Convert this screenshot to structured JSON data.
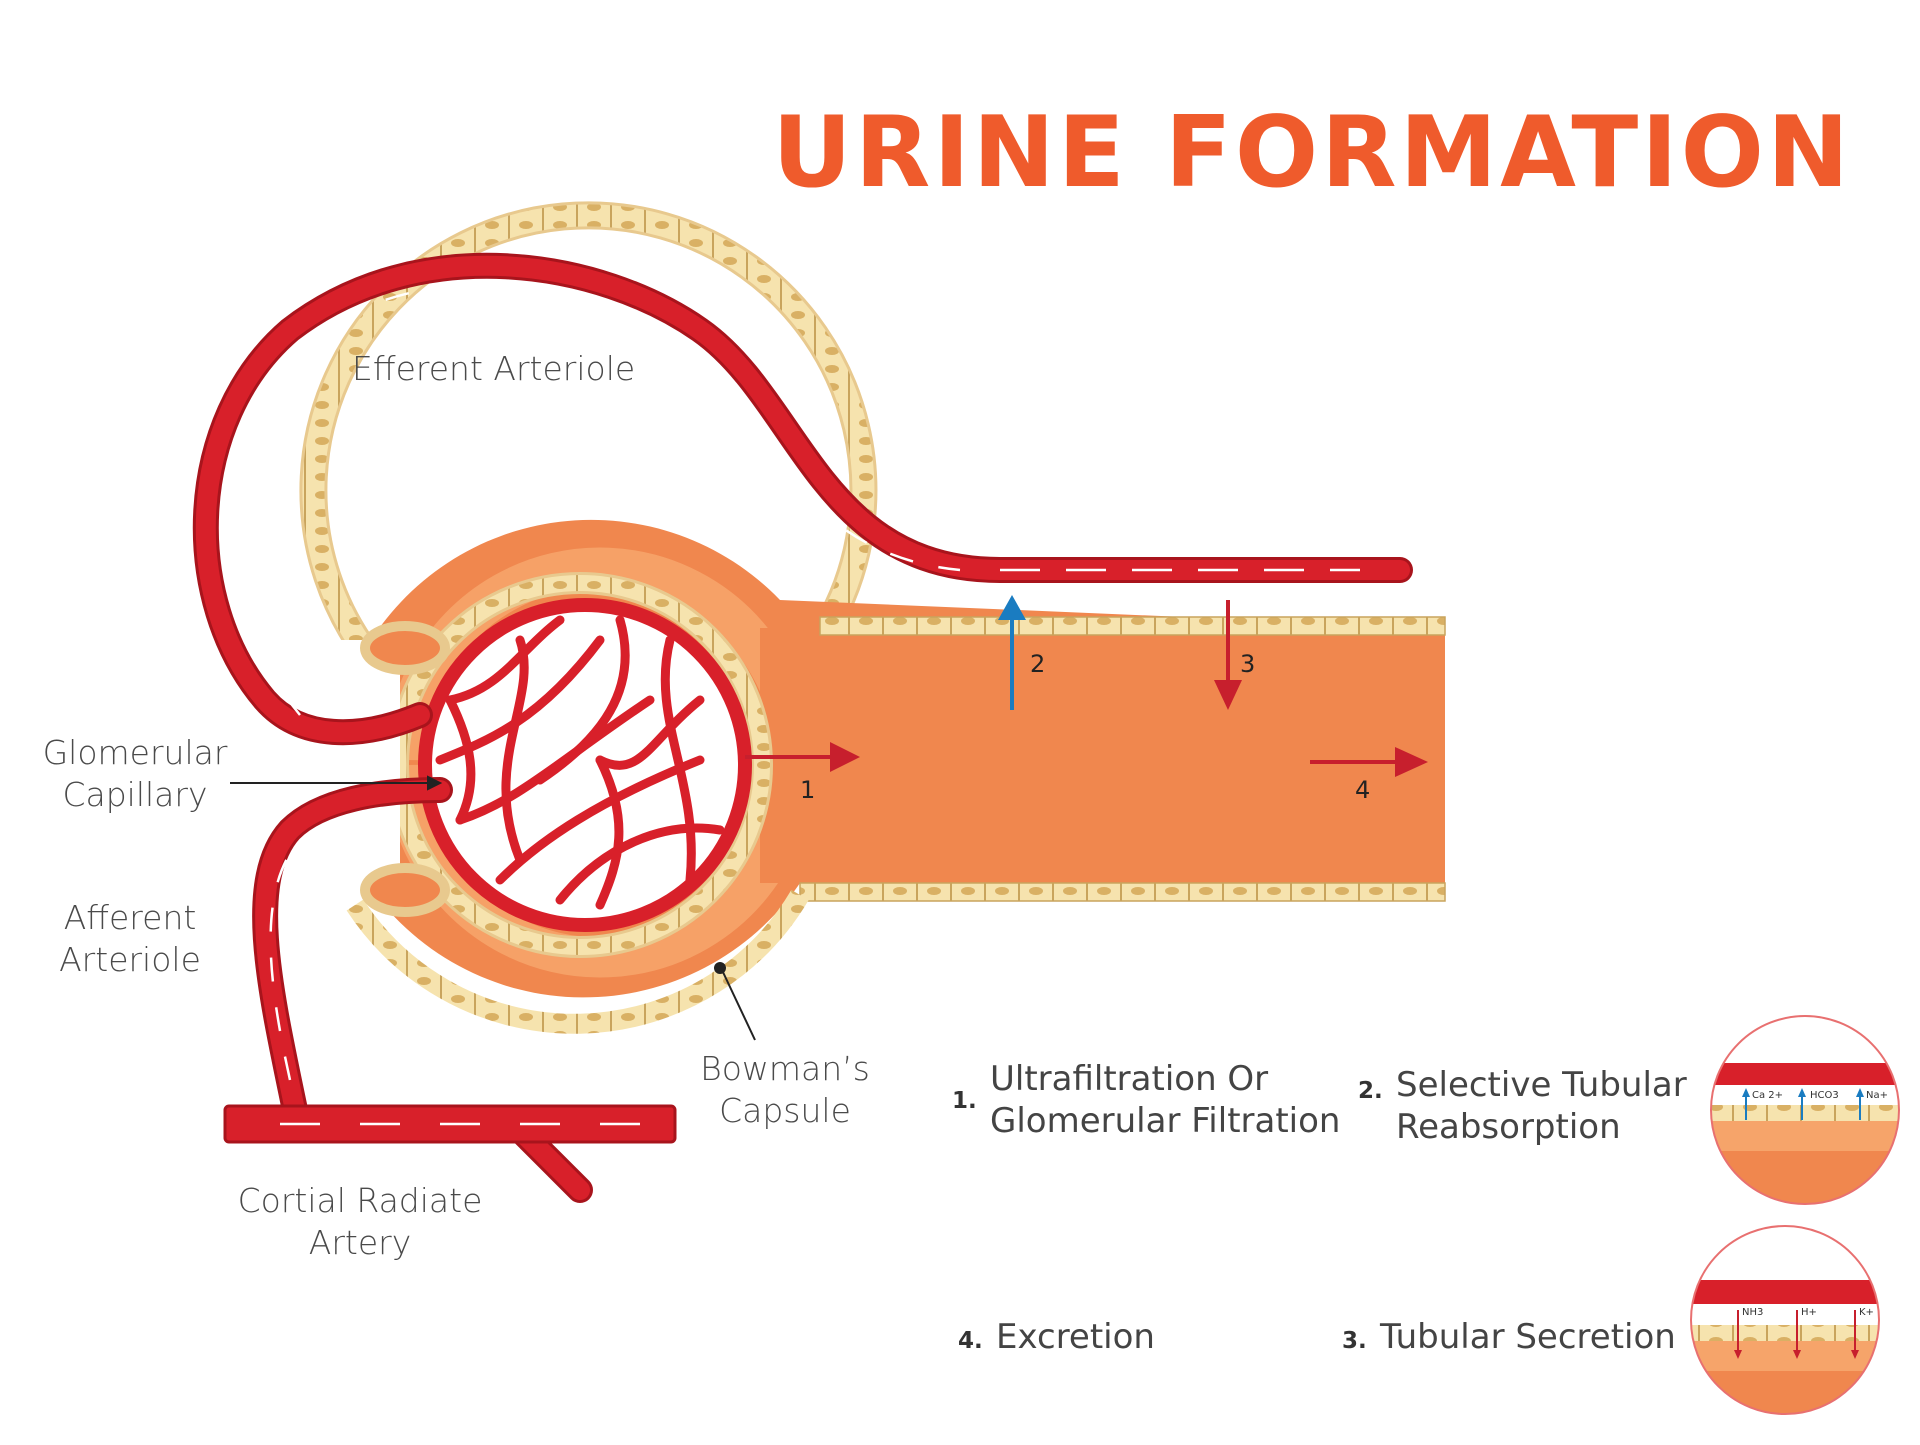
{
  "title": "URINE FORMATION",
  "labels": {
    "efferent_arteriole": "Efferent Arteriole",
    "glomerular_capillary_1": "Glomerular",
    "glomerular_capillary_2": "Capillary",
    "afferent_arteriole_1": "Afferent",
    "afferent_arteriole_2": "Arteriole",
    "bowmans_capsule_1": "Bowman’s",
    "bowmans_capsule_2": "Capsule",
    "cortial_radiate_1": "Cortial Radiate",
    "cortial_radiate_2": "Artery"
  },
  "arrow_numbers": [
    "1",
    "2",
    "3",
    "4"
  ],
  "legend": [
    {
      "number": "1.",
      "line1": "Ultrafiltration Or",
      "line2": "Glomerular Filtration"
    },
    {
      "number": "2.",
      "line1": "Selective Tubular",
      "line2": "Reabsorption"
    },
    {
      "number": "3.",
      "line1": "Tubular Secretion",
      "line2": ""
    },
    {
      "number": "4.",
      "line1": "Excretion",
      "line2": ""
    }
  ],
  "inset_reabsorption": [
    "Ca 2+",
    "HCO3",
    "Na+"
  ],
  "inset_secretion": [
    "NH3",
    "H+",
    "K+"
  ],
  "colors": {
    "title": "#ef5b2c",
    "vessel": "#d8202a",
    "tubule_fill": "#f0874e",
    "tubule_inner": "#f6a46a",
    "cell": "#f6e3ae",
    "reabsorption_arrow": "#1a7cc1",
    "secretion_arrow": "#c71f2d"
  }
}
